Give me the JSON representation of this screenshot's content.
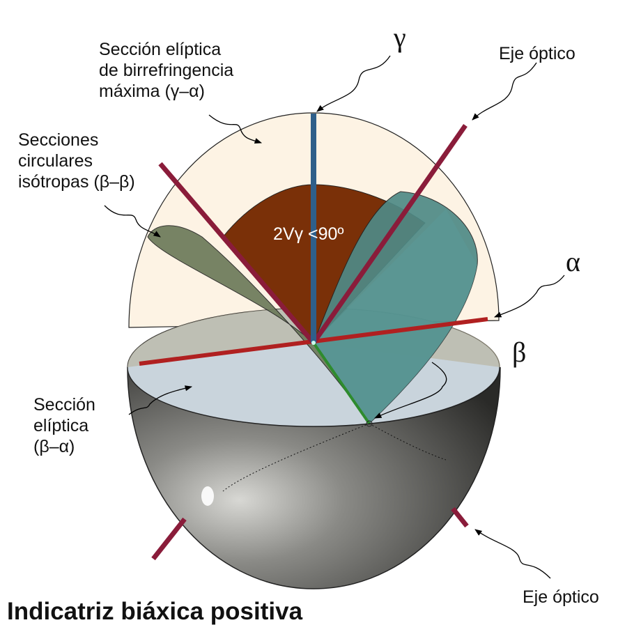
{
  "title": "Indicatriz biáxica positiva",
  "labels": {
    "max_section": [
      "Sección elíptica",
      "de birrefringencia",
      "máxima (γ–α)"
    ],
    "circular_sections": [
      "Secciones",
      "circulares",
      "isótropas (β–β)"
    ],
    "elliptic_section": [
      "Sección",
      "elíptica",
      "(β–α)"
    ],
    "optic_axis_top": "Eje óptico",
    "optic_axis_bottom": "Eje óptico",
    "gamma": "γ",
    "alpha": "α",
    "beta": "β",
    "angle": "2Vγ <90º"
  },
  "colors": {
    "gamma_axis": "#2f5f8a",
    "beta_axis": "#2e8b2e",
    "alpha_axis": "#b02020",
    "optic_axis": "#8a1c3a",
    "max_section": "#fdf3e4",
    "angle_fill": "#7a3008",
    "circular_sections": "#4f8a86"
  }
}
